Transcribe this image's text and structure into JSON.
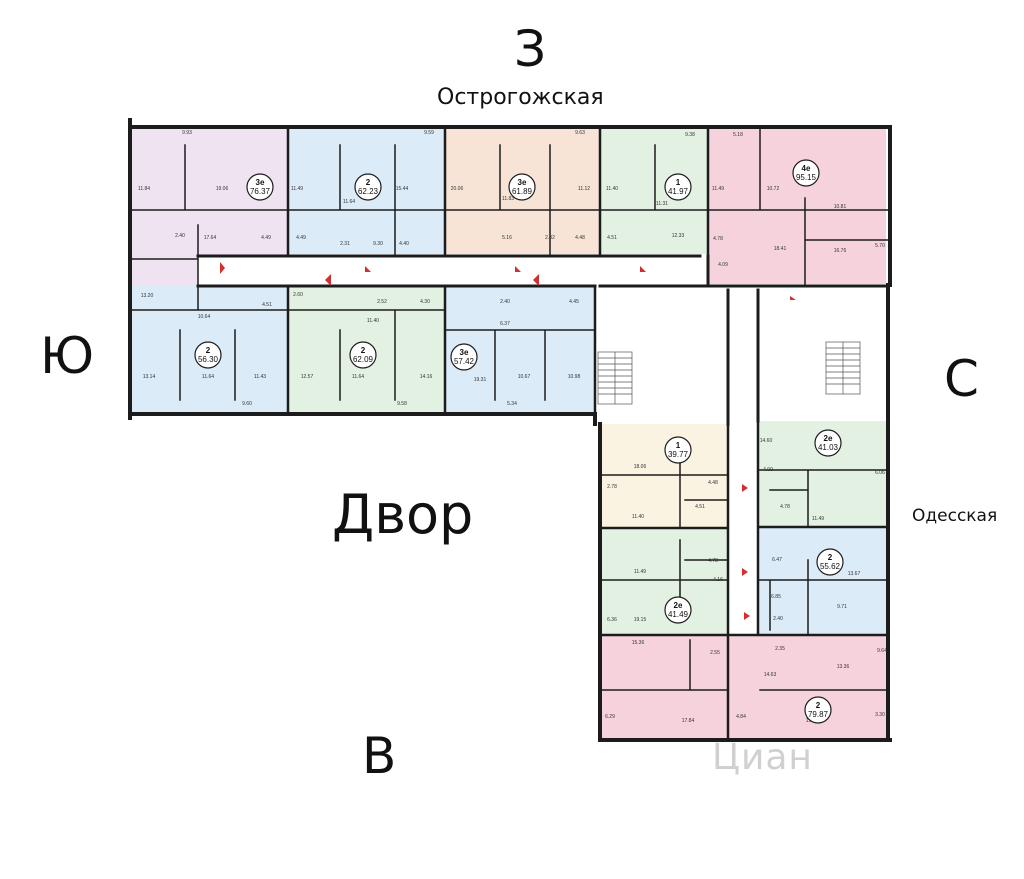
{
  "compass": {
    "west": "З",
    "south": "Ю",
    "north": "С",
    "east": "В"
  },
  "streets": {
    "top": "Острогожская",
    "right": "Одесская"
  },
  "yard": "Двор",
  "watermark": "Циан",
  "colors": {
    "lilac": "#efe3f1",
    "blue": "#dcebf8",
    "green": "#e3f1e2",
    "peach": "#f7e4d6",
    "pink": "#f6d3dc",
    "cream": "#faf3e2",
    "wall": "#1c1c1c",
    "door": "#d23030"
  },
  "apartments": [
    {
      "id": "a1",
      "type": "3е",
      "area": "76.37",
      "color": "lilac"
    },
    {
      "id": "a2",
      "type": "2",
      "area": "62.23",
      "color": "blue"
    },
    {
      "id": "a3",
      "type": "3е",
      "area": "61.89",
      "color": "peach"
    },
    {
      "id": "a4",
      "type": "1",
      "area": "41.97",
      "color": "green"
    },
    {
      "id": "a5",
      "type": "4е",
      "area": "95.15",
      "color": "pink"
    },
    {
      "id": "a6",
      "type": "2",
      "area": "56.30",
      "color": "blue"
    },
    {
      "id": "a7",
      "type": "2",
      "area": "62.09",
      "color": "green"
    },
    {
      "id": "a8",
      "type": "3е",
      "area": "57.42",
      "color": "blue"
    },
    {
      "id": "a9",
      "type": "1",
      "area": "39.77",
      "color": "cream"
    },
    {
      "id": "a10",
      "type": "2е",
      "area": "41.03",
      "color": "green"
    },
    {
      "id": "a11",
      "type": "2е",
      "area": "41.49",
      "color": "green"
    },
    {
      "id": "a12",
      "type": "2",
      "area": "55.62",
      "color": "blue"
    },
    {
      "id": "a13",
      "type": "2",
      "area": "79.87",
      "color": "pink"
    }
  ],
  "room_labels": [
    "9.93",
    "11.84",
    "19.06",
    "17.64",
    "2.40",
    "13.20",
    "4.49",
    "9.59",
    "11.49",
    "15.44",
    "4.49",
    "11.64",
    "9.30",
    "2.31",
    "4.40",
    "9.63",
    "20.06",
    "11.83",
    "11.12",
    "5.16",
    "2.32",
    "4.48",
    "9.38",
    "11.40",
    "11.31",
    "4.51",
    "12.33",
    "5.18",
    "11.49",
    "10.72",
    "10.81",
    "18.41",
    "16.76",
    "4.78",
    "4.09",
    "5.70",
    "10.64",
    "4.51",
    "13.14",
    "11.64",
    "11.43",
    "9.60",
    "2.60",
    "2.52",
    "4.30",
    "11.40",
    "12.57",
    "11.64",
    "14.16",
    "9.58",
    "2.40",
    "6.37",
    "4.45",
    "19.31",
    "10.67",
    "10.98",
    "5.34",
    "18.06",
    "2.78",
    "4.48",
    "11.40",
    "4.51",
    "14.60",
    "4.00",
    "6.06",
    "4.78",
    "11.49",
    "11.49",
    "4.78",
    "4.16",
    "6.36",
    "19.15",
    "6.47",
    "13.67",
    "6.85",
    "9.71",
    "2.40",
    "9.64",
    "13.36",
    "15.36",
    "2.55",
    "2.35",
    "14.63",
    "6.29",
    "17.84",
    "4.84",
    "19.22",
    "3.30"
  ]
}
